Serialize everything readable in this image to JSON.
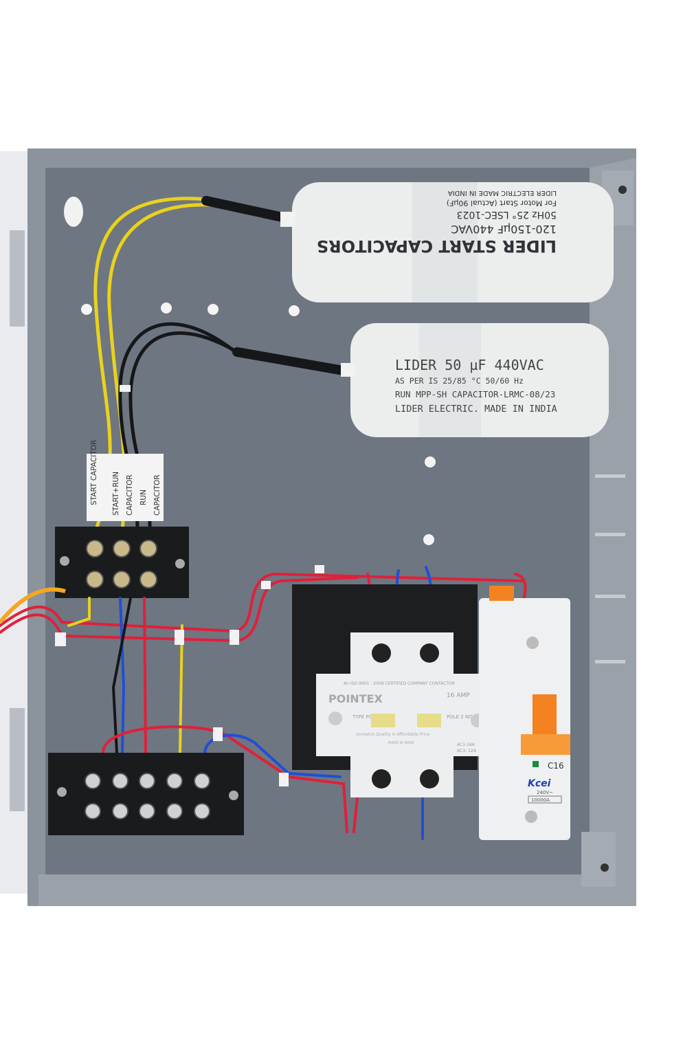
{
  "start_capacitor": {
    "lines": [
      "LIDER START CAPACITORS",
      "120-150µF 440VAC",
      "50Hz 25° LSEC-1023",
      "For Motor Start (Actual 90µF)",
      "LIDER ELECTRIC MADE IN INDIA"
    ]
  },
  "run_capacitor": {
    "lines": [
      "LIDER 50 µF   440VAC",
      "AS PER IS  25/85 °C   50/60 Hz",
      "RUN MPP-SH CAPACITOR-LRMC-08/23",
      "LIDER ELECTRIC. MADE IN INDIA"
    ]
  },
  "terminal_label": {
    "columns": [
      "START CAPACITOR",
      "START+RUN",
      "CAPACITOR",
      "RUN",
      "CAPACITOR"
    ]
  },
  "contactor": {
    "brand": "POINTEX",
    "cert": "An ISO 9001 : 2008 CERTIFIED COMPANY CONTACTOR",
    "rating": "16 AMP",
    "type": "TYPE PC",
    "pole": "POLE 2 NO.",
    "tagline": "Unmatch Quality in Affordable Price",
    "made": "MADE IN INDIA",
    "ac1": "AC1-16A",
    "ac3": "AC3- 12A"
  },
  "mcb": {
    "rating": "C16",
    "brand": "Kcei",
    "voltage": "240V~",
    "capacity": "10000A"
  },
  "colors": {
    "enclosure": "#8b939c",
    "back_panel": "#6e7681",
    "wire_red": "#e0203a",
    "wire_blue": "#1f4fd6",
    "wire_yellow": "#e8d21e",
    "wire_black": "#15171a",
    "mcb_handle": "#f58220"
  }
}
